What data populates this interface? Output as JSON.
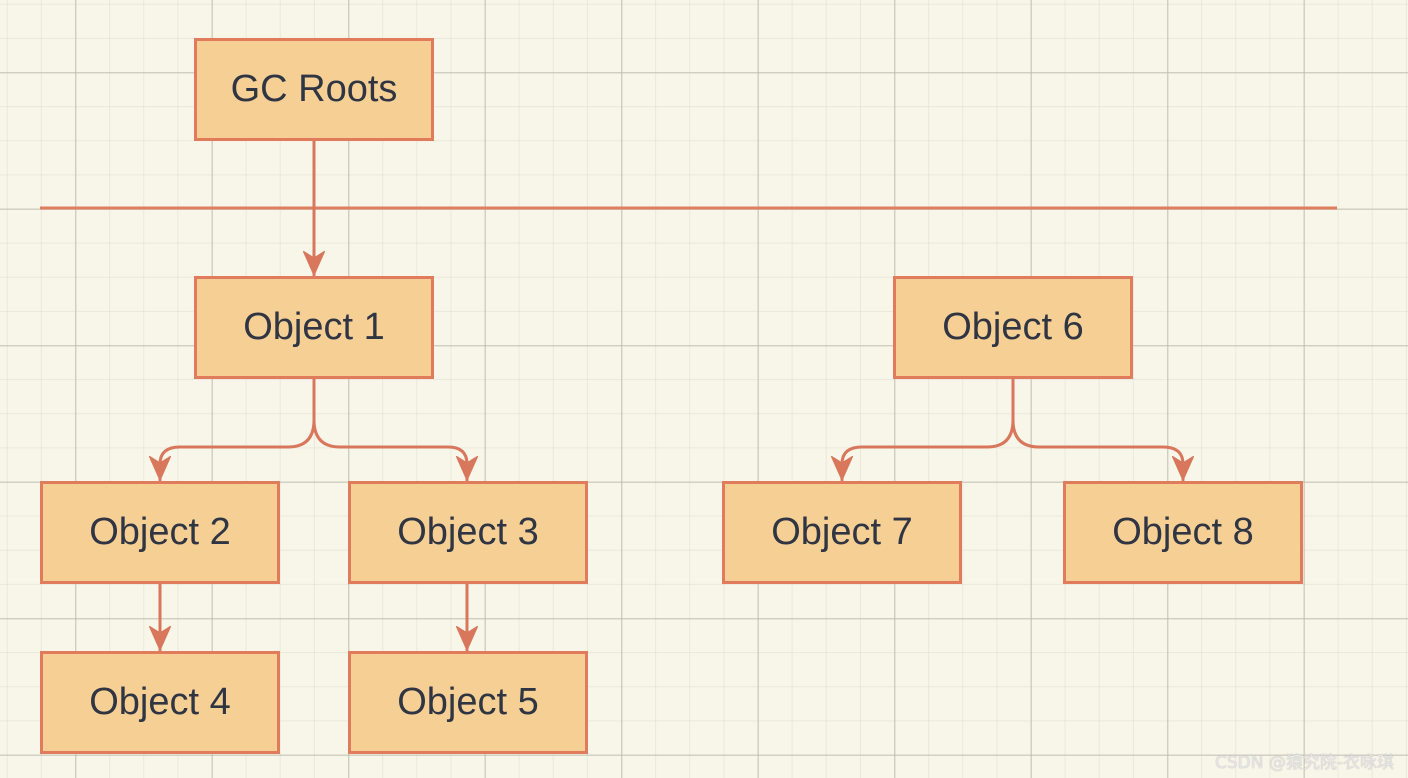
{
  "nodes": [
    {
      "label": "GC Roots"
    },
    {
      "label": "Object 1"
    },
    {
      "label": "Object 6"
    },
    {
      "label": "Object 2"
    },
    {
      "label": "Object 3"
    },
    {
      "label": "Object 7"
    },
    {
      "label": "Object 8"
    },
    {
      "label": "Object 4"
    },
    {
      "label": "Object 5"
    }
  ],
  "watermark": "CSDN @猿究院-衣咏琪",
  "colors": {
    "background": "#f8f5e9",
    "node_fill": "#f6cf94",
    "node_border": "#e07b5b",
    "edge": "#d8775b",
    "text": "#2f3542",
    "divider": "#df7d61",
    "watermark": "#e4e4e4"
  }
}
